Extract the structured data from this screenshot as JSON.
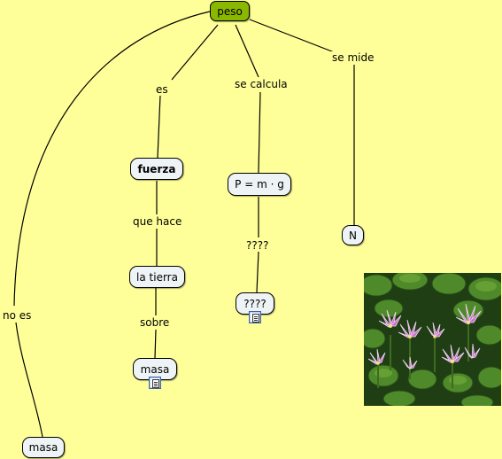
{
  "concepts": {
    "peso": "peso",
    "fuerza": "fuerza",
    "la_tierra": "la tierra",
    "masa_center": "masa",
    "formula": "P = m · g",
    "unknown": "????",
    "unit": "N",
    "masa_left": "masa"
  },
  "links": {
    "es": "es",
    "se_calcula": "se calcula",
    "se_mide": "se mide",
    "que_hace": "que hace",
    "sobre": "sobre",
    "unknown_link": "????",
    "no_es": "no es"
  },
  "icons": {
    "resource": "document-icon"
  },
  "colors": {
    "background": "#ffff99",
    "root_node": "#8ab800",
    "node": "#eef3f6"
  }
}
